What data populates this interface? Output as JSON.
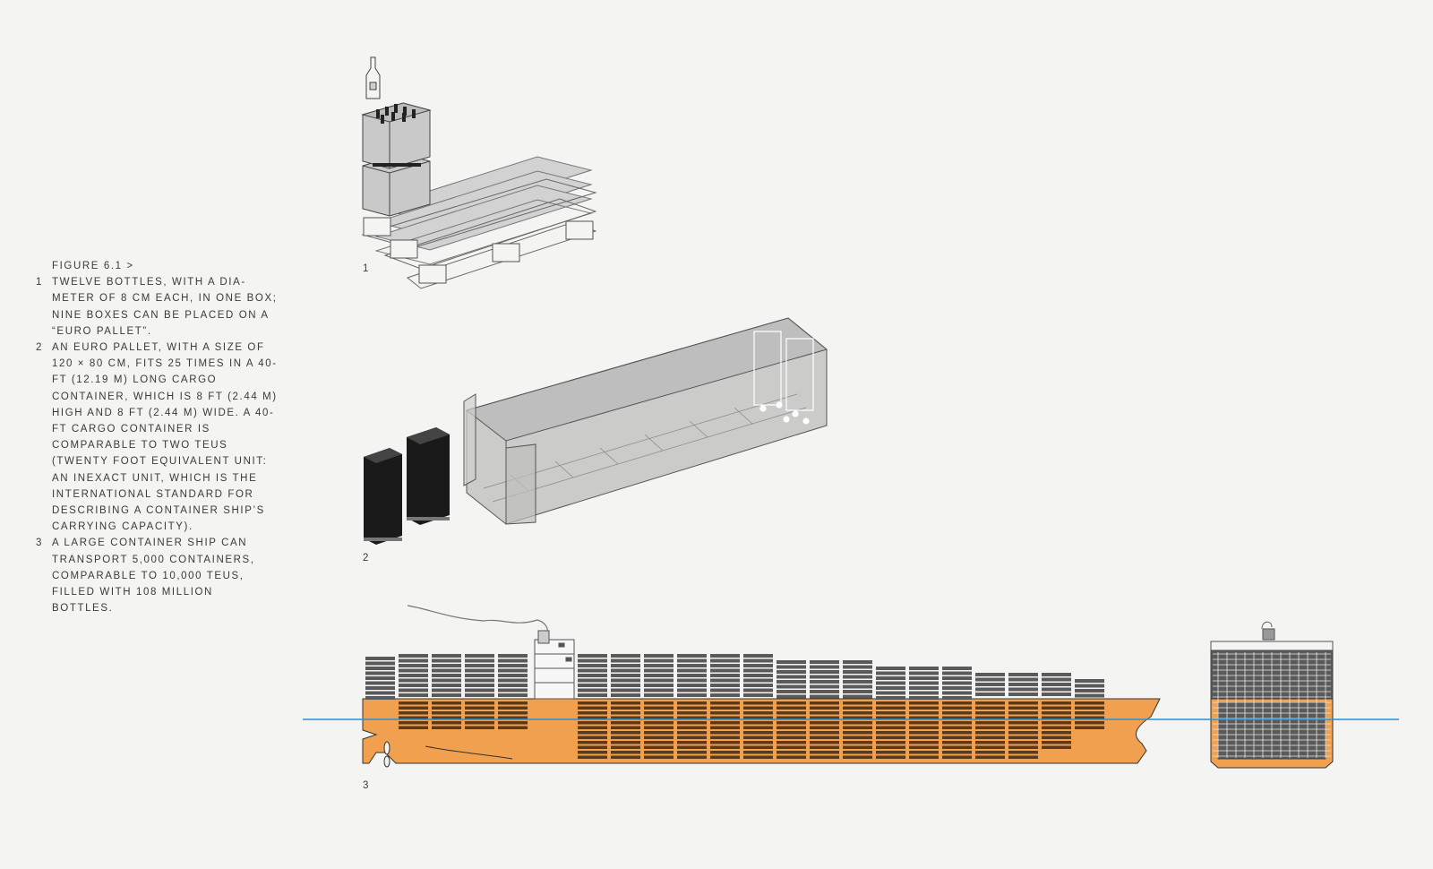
{
  "caption": {
    "title": "FIGURE 6.1 >",
    "items": [
      {
        "num": "1",
        "text": "TWELVE BOTTLES, WITH A DIA- METER OF 8 CM EACH, IN ONE BOX; NINE BOXES CAN BE PLACED ON A “EURO PALLET”."
      },
      {
        "num": "2",
        "text": "AN EURO PALLET, WITH A SIZE OF 120 × 80 CM, FITS 25 TIMES IN A 40-FT (12.19 M) LONG CARGO CONTAINER, WHICH IS 8 FT (2.44 M) HIGH AND 8 FT (2.44 M) WIDE. A 40-FT CARGO CONTAINER IS COMPARABLE TO TWO TEUS (TWENTY FOOT EQUIVALENT UNIT: AN INEXACT UNIT, WHICH IS THE INTERNATIONAL STANDARD FOR DESCRIBING A CONTAINER SHIP’S CARRYING CAPACITY)."
      },
      {
        "num": "3",
        "text": "A LARGE CONTAINER SHIP CAN TRANSPORT 5,000 CONTAINERS, COMPARABLE TO 10,000 TEUS, FILLED WITH 108 MILLION BOTTLES."
      }
    ]
  },
  "labels": {
    "one": "1",
    "two": "2",
    "three": "3"
  },
  "colors": {
    "background": "#f4f4f2",
    "box_gray": "#c9c9c9",
    "box_dark": "#1a1a1a",
    "container_fill": "#bdbdbd",
    "stack_gray": "#5a5a5a",
    "hull_orange": "#f0a04e",
    "hold_brown": "#5a3a1c",
    "waterline": "#2b8fd0"
  }
}
